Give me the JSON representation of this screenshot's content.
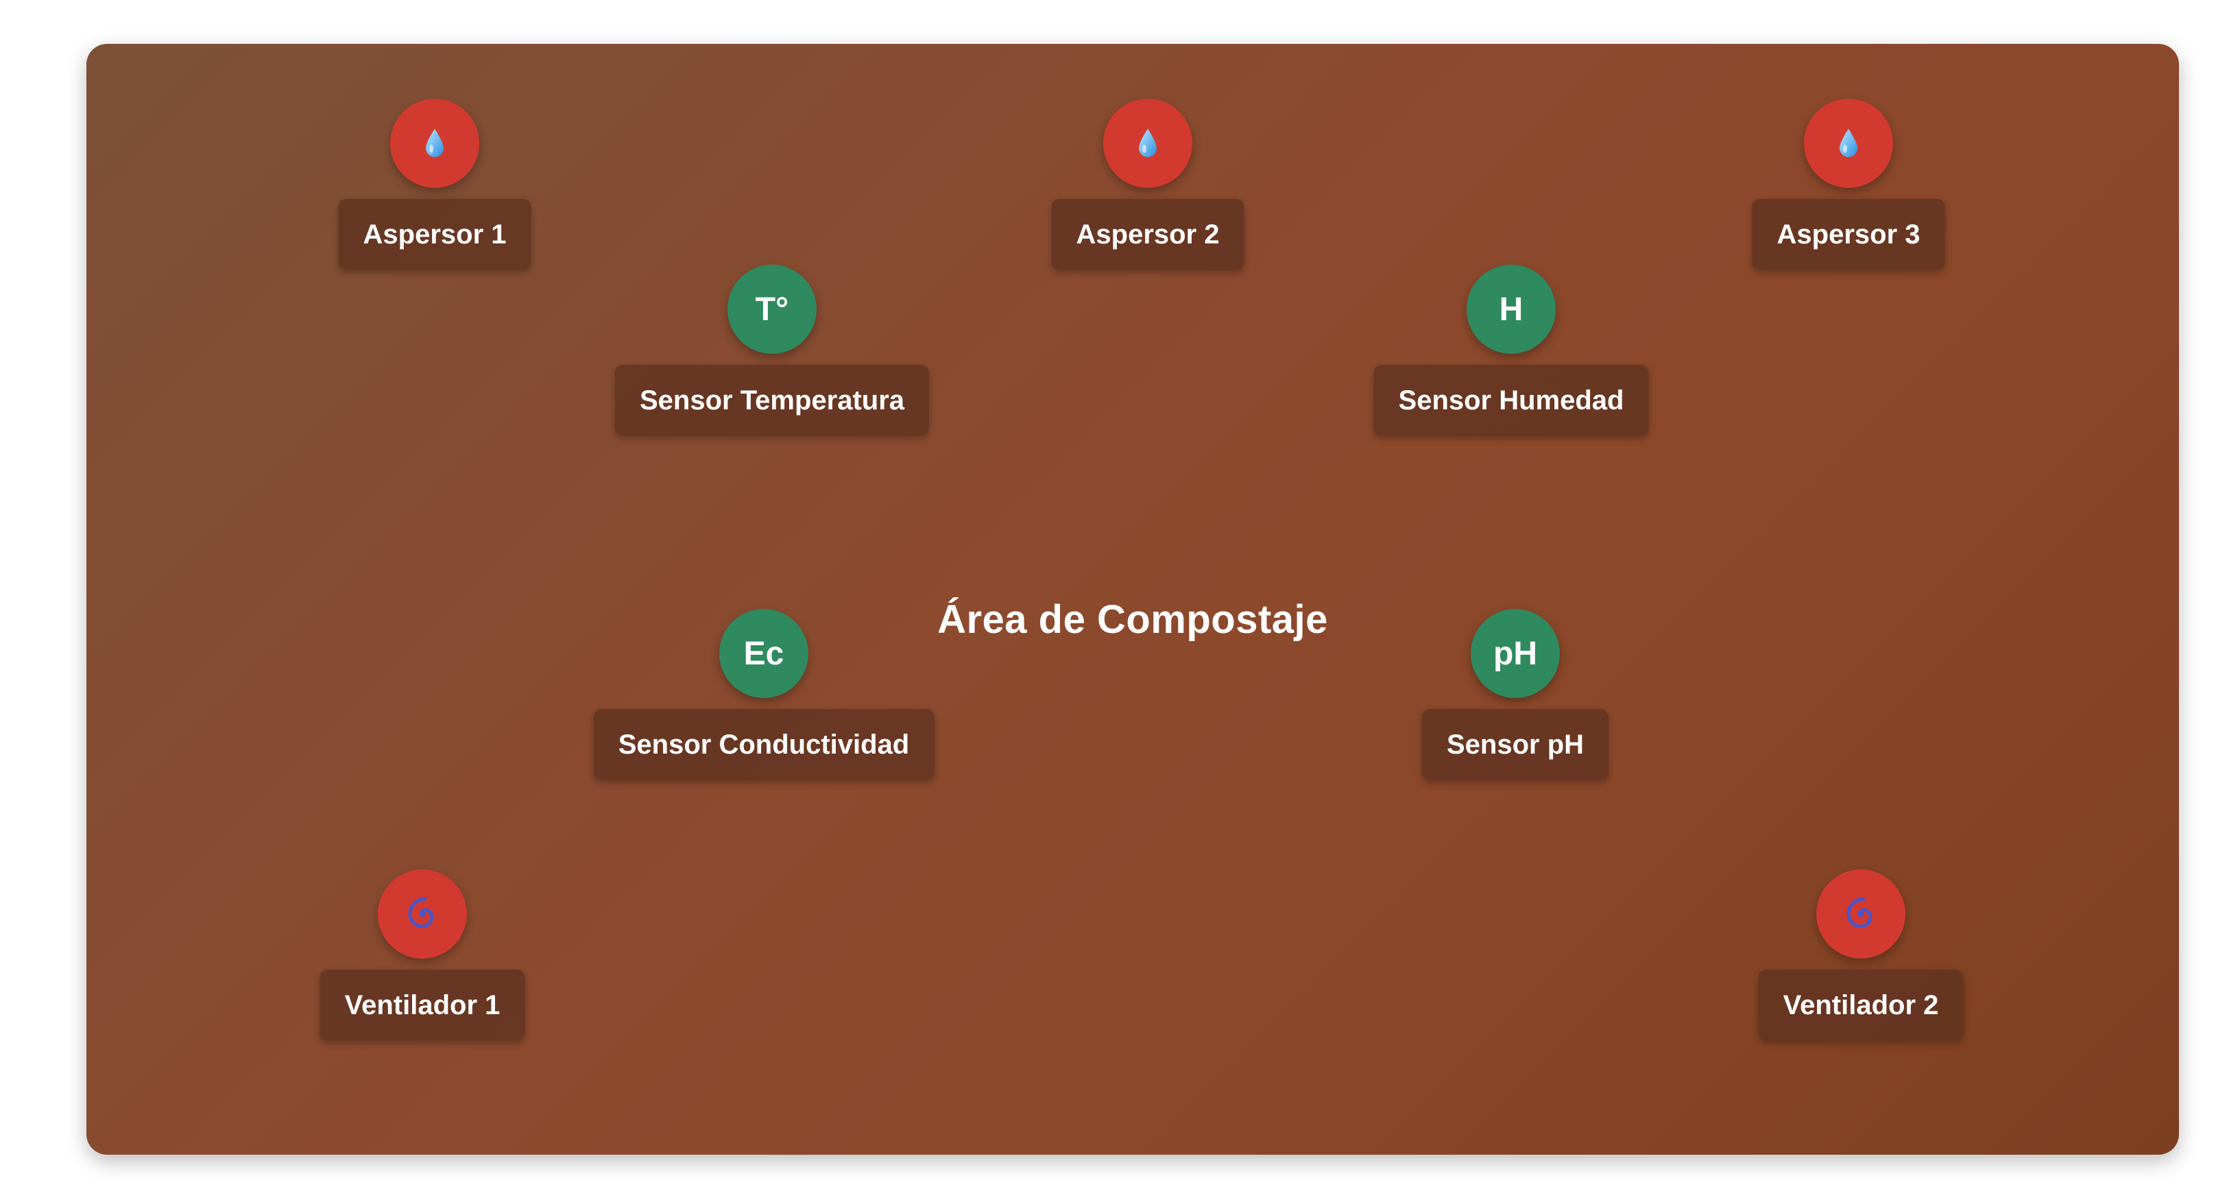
{
  "area": {
    "title": "Área de Compostaje"
  },
  "devices": {
    "aspersor1": {
      "label": "Aspersor 1",
      "icon": "water-drop-icon",
      "kind": "actuator"
    },
    "aspersor2": {
      "label": "Aspersor 2",
      "icon": "water-drop-icon",
      "kind": "actuator"
    },
    "aspersor3": {
      "label": "Aspersor 3",
      "icon": "water-drop-icon",
      "kind": "actuator"
    },
    "temperatura": {
      "label": "Sensor Temperatura",
      "symbol": "T°",
      "kind": "sensor"
    },
    "humedad": {
      "label": "Sensor Humedad",
      "symbol": "H",
      "kind": "sensor"
    },
    "conductividad": {
      "label": "Sensor Conductividad",
      "symbol": "Ec",
      "kind": "sensor"
    },
    "ph": {
      "label": "Sensor pH",
      "symbol": "pH",
      "kind": "sensor"
    },
    "ventilador1": {
      "label": "Ventilador 1",
      "icon": "fan-spiral-icon",
      "kind": "actuator"
    },
    "ventilador2": {
      "label": "Ventilador 2",
      "icon": "fan-spiral-icon",
      "kind": "actuator"
    }
  },
  "colors": {
    "actuator": "#d33a2f",
    "sensor": "#2f8a60",
    "area_background": "#8c4a2e",
    "label_background": "#5f3220"
  }
}
